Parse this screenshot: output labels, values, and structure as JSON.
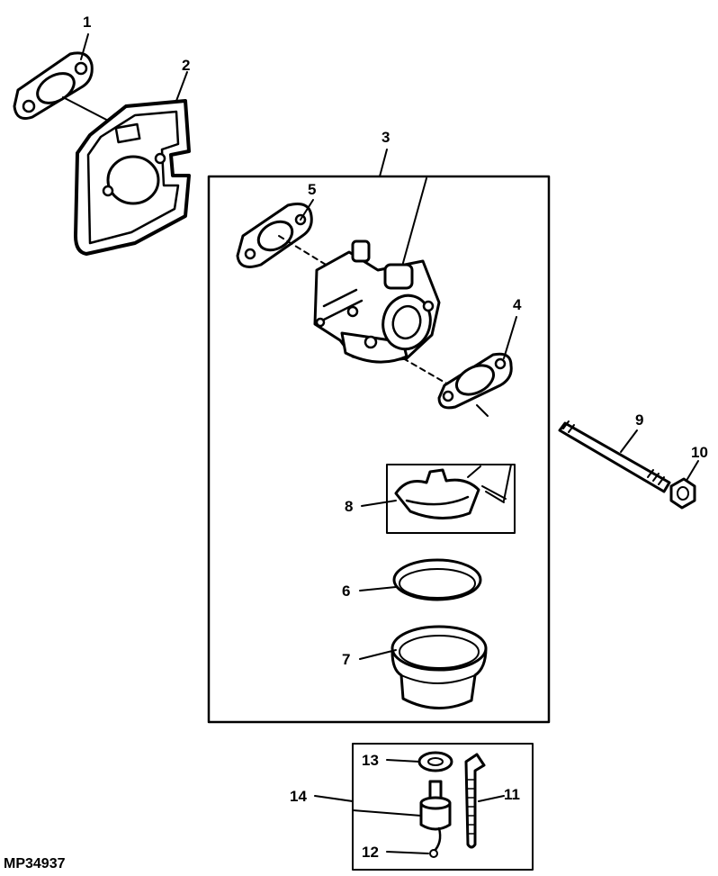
{
  "figure_id": "MP34937",
  "callouts": {
    "c1": "1",
    "c2": "2",
    "c3": "3",
    "c4": "4",
    "c5": "5",
    "c6": "6",
    "c7": "7",
    "c8": "8",
    "c9": "9",
    "c10": "10",
    "c11": "11",
    "c12": "12",
    "c13": "13",
    "c14": "14"
  }
}
